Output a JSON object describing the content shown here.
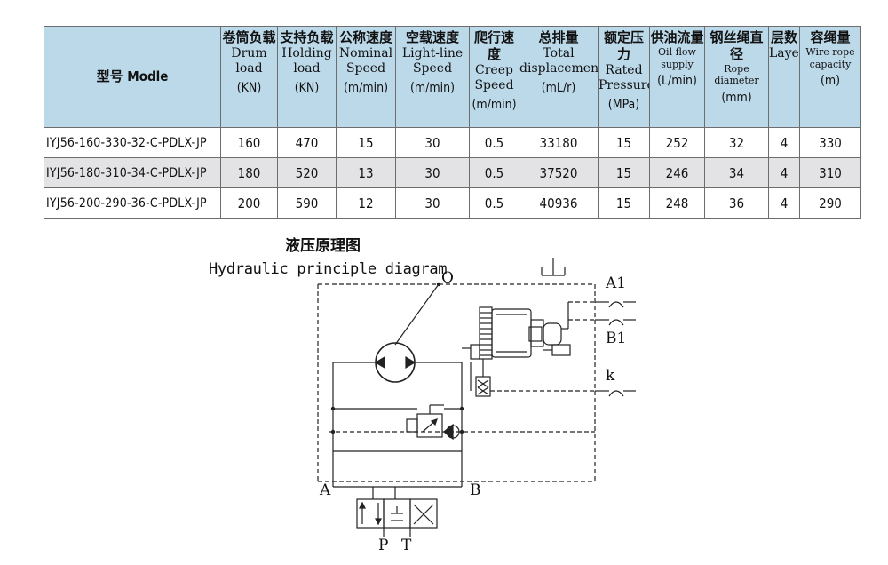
{
  "table": {
    "model_header": "型号 Modle",
    "columns": [
      {
        "zh": "卷筒负载",
        "en": [
          "Drum",
          "load"
        ],
        "unit": "(KN)"
      },
      {
        "zh": "支持负载",
        "en": [
          "Holding",
          "load"
        ],
        "unit": "(KN)"
      },
      {
        "zh": "公称速度",
        "en": [
          "Nominal",
          "Speed"
        ],
        "unit": "(m/min)"
      },
      {
        "zh": "空载速度",
        "en": [
          "Light-line",
          "Speed"
        ],
        "unit": "(m/min)"
      },
      {
        "zh": "爬行速度",
        "en": [
          "Creep",
          "Speed"
        ],
        "unit": "(m/min)"
      },
      {
        "zh": "总排量",
        "en": [
          "Total",
          "displacement"
        ],
        "unit": "(mL/r)"
      },
      {
        "zh": "额定压力",
        "en": [
          "Rated",
          "Pressure"
        ],
        "unit": "(MPa)"
      },
      {
        "zh": "供油流量",
        "en": [
          "Oil flow",
          "supply"
        ],
        "unit": "(L/min)"
      },
      {
        "zh": "钢丝绳直径",
        "en": [
          "Rope",
          "diameter"
        ],
        "unit": "(mm)"
      },
      {
        "zh": "层数",
        "en": [
          "",
          "Layer"
        ],
        "unit": ""
      },
      {
        "zh": "容绳量",
        "en": [
          "Wire rope",
          "capacity"
        ],
        "unit": "(m)"
      }
    ],
    "rows": [
      [
        "IYJ56-160-330-32-C-PDLX-JP",
        "160",
        "470",
        "15",
        "30",
        "0.5",
        "33180",
        "15",
        "252",
        "32",
        "4",
        "330"
      ],
      [
        "IYJ56-180-310-34-C-PDLX-JP",
        "180",
        "520",
        "13",
        "30",
        "0.5",
        "37520",
        "15",
        "246",
        "34",
        "4",
        "310"
      ],
      [
        "IYJ56-200-290-36-C-PDLX-JP",
        "200",
        "590",
        "12",
        "30",
        "0.5",
        "40936",
        "15",
        "248",
        "36",
        "4",
        "290"
      ]
    ]
  },
  "diagram": {
    "title_zh": "液压原理图",
    "title_en": "Hydraulic principle diagram",
    "ports": {
      "O": "O",
      "A1": "A1",
      "B1": "B1",
      "k": "k",
      "A": "A",
      "B": "B",
      "P": "P",
      "T": "T"
    }
  }
}
